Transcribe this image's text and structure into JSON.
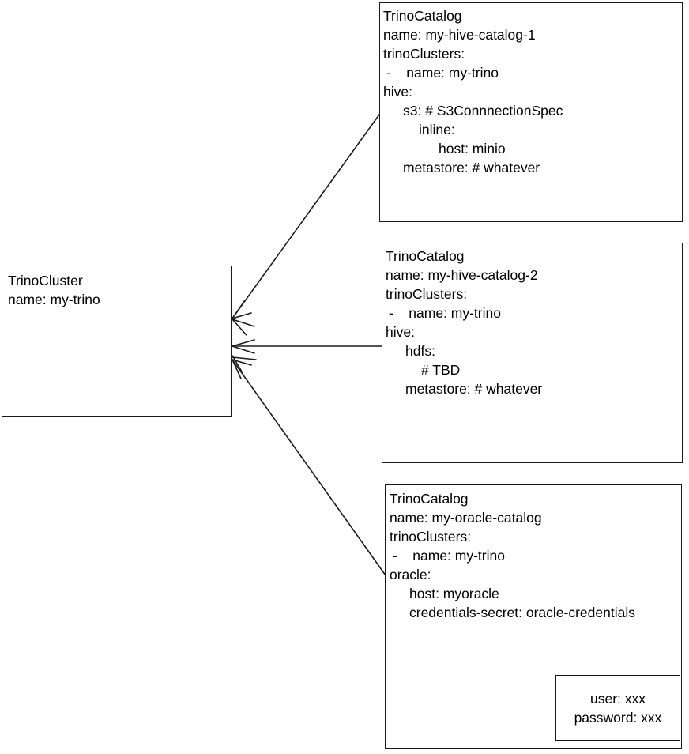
{
  "diagram": {
    "title": "TrinoCluster and TrinoCatalog relationship diagram",
    "background_color": "#ffffff",
    "stroke_color": "#1a1a1a",
    "text_color": "#000000"
  },
  "cluster": {
    "kind": "TrinoCluster",
    "lines": [
      {
        "text": "TrinoCluster",
        "indent": "ind-0"
      },
      {
        "text": "name: my-trino",
        "indent": "ind-0"
      }
    ]
  },
  "catalogs": [
    {
      "id": "catalog-hive-1",
      "kind": "TrinoCatalog",
      "name": "my-hive-catalog-1",
      "lines": [
        {
          "text": "TrinoCatalog",
          "indent": "ind-0"
        },
        {
          "text": "name: my-hive-catalog-1",
          "indent": "ind-0"
        },
        {
          "text": "trinoClusters:",
          "indent": "ind-0"
        },
        {
          "text": "-    name: my-trino",
          "indent": "ind-d"
        },
        {
          "text": "hive:",
          "indent": "ind-0"
        },
        {
          "text": "s3: # S3ConnnectionSpec",
          "indent": "ind-1"
        },
        {
          "text": "inline:",
          "indent": "ind-2"
        },
        {
          "text": "host: minio",
          "indent": "ind-3"
        },
        {
          "text": "metastore: # whatever",
          "indent": "ind-1"
        }
      ]
    },
    {
      "id": "catalog-hive-2",
      "kind": "TrinoCatalog",
      "name": "my-hive-catalog-2",
      "lines": [
        {
          "text": "TrinoCatalog",
          "indent": "ind-0"
        },
        {
          "text": "name: my-hive-catalog-2",
          "indent": "ind-0"
        },
        {
          "text": "trinoClusters:",
          "indent": "ind-0"
        },
        {
          "text": "-    name: my-trino",
          "indent": "ind-d"
        },
        {
          "text": "hive:",
          "indent": "ind-0"
        },
        {
          "text": "hdfs:",
          "indent": "ind-1"
        },
        {
          "text": "# TBD",
          "indent": "ind-2"
        },
        {
          "text": "metastore: # whatever",
          "indent": "ind-1"
        }
      ]
    },
    {
      "id": "catalog-oracle",
      "kind": "TrinoCatalog",
      "name": "my-oracle-catalog",
      "lines": [
        {
          "text": "TrinoCatalog",
          "indent": "ind-0"
        },
        {
          "text": "name: my-oracle-catalog",
          "indent": "ind-0"
        },
        {
          "text": "trinoClusters:",
          "indent": "ind-0"
        },
        {
          "text": "-    name: my-trino",
          "indent": "ind-d"
        },
        {
          "text": "oracle:",
          "indent": "ind-0"
        },
        {
          "text": "host: myoracle",
          "indent": "ind-1"
        },
        {
          "text": "credentials-secret: oracle-credentials",
          "indent": "ind-1"
        }
      ]
    }
  ],
  "secret": {
    "lines": [
      {
        "text": "user: xxx"
      },
      {
        "text": "password: xxx"
      }
    ]
  }
}
